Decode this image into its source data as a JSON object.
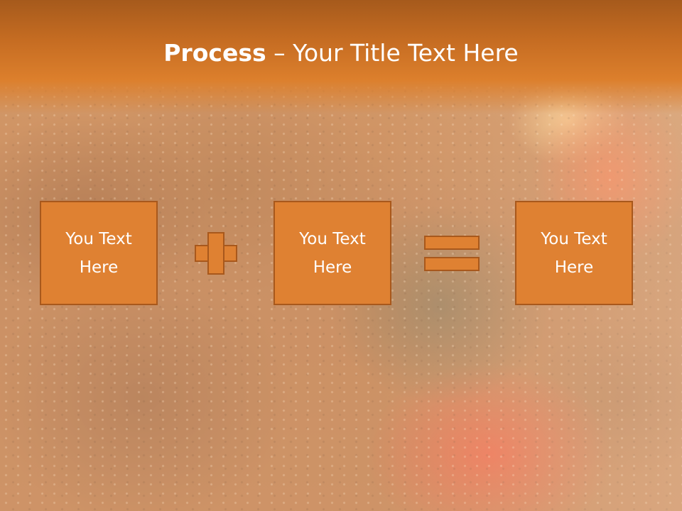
{
  "slide": {
    "title_bold": "Process",
    "title_rest": " – Your Title Text Here",
    "boxes": [
      {
        "line1": "You Text",
        "line2": "Here"
      },
      {
        "line1": "You Text",
        "line2": "Here"
      },
      {
        "line1": "You Text",
        "line2": "Here"
      }
    ],
    "operators": [
      "plus",
      "equals"
    ]
  },
  "colors": {
    "accent": "#df8132",
    "accent_border": "#a8581c",
    "title_bar": "#c56c22",
    "text": "#ffffff"
  }
}
